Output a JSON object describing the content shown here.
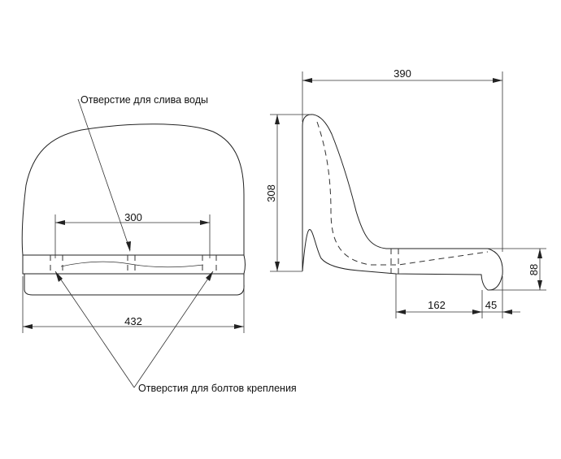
{
  "labels": {
    "drain_hole": "Отверстие для слива воды",
    "bolt_holes": "Отверстия для болтов крепления"
  },
  "dimensions": {
    "front_hole_spacing": "300",
    "front_width": "432",
    "side_depth": "390",
    "side_height": "308",
    "side_base_height": "88",
    "side_mount_length": "162",
    "side_lip_length": "45"
  }
}
